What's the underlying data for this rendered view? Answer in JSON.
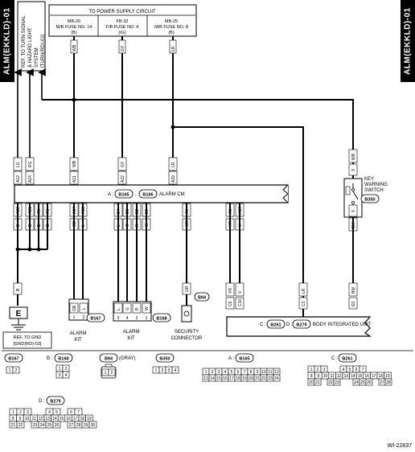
{
  "side_label": "ALM(EKKLD)-01",
  "ref_turn": "REF. TO TURN SIGNAL & HAZARD LIGHT SYSTEM [TURN(RD)-01]",
  "power_title": "TO POWER SUPPLY CIRCUIT",
  "fuses": [
    {
      "l1": "MB-26",
      "l2": "M/B FUSE NO. 14",
      "l3": "(B)"
    },
    {
      "l1": "FB-32",
      "l2": "F/B FUSE NO. 4",
      "l3": "(IG)"
    },
    {
      "l1": "MB-25",
      "l2": "M/B FUSE NO. 8",
      "l3": "(B)"
    }
  ],
  "alarm_cm": {
    "prefix": "A :",
    "conn1": "B165",
    "conn2": "B166",
    "name": "ALARM CM"
  },
  "top_pins": [
    {
      "pin": "A12",
      "wire": "LG"
    },
    {
      "pin": "A24",
      "wire": "RG"
    },
    {
      "pin": "A11",
      "wire": "WB"
    },
    {
      "pin": "A22",
      "wire": "GY"
    },
    {
      "pin": "A19",
      "wire": "LR"
    }
  ],
  "bottom_pins": [
    {
      "pin": "A20",
      "wire": "B"
    },
    {
      "pin": "A21",
      "wire": "B"
    },
    {
      "pin": "A5",
      "wire": "B"
    },
    {
      "pin": "A6",
      "wire": "B"
    },
    {
      "pin": "A14",
      "wire": "GB"
    },
    {
      "pin": "A13",
      "wire": "L"
    },
    {
      "pin": "B4",
      "wire": "L"
    },
    {
      "pin": "B3",
      "wire": "G"
    },
    {
      "pin": "B2",
      "wire": "R"
    },
    {
      "pin": "B1",
      "wire": "W"
    },
    {
      "pin": "A8",
      "wire": "GR"
    },
    {
      "pin": "A9",
      "wire": "YR"
    },
    {
      "pin": "A17",
      "wire": "V"
    }
  ],
  "ground": {
    "letter": "E",
    "wire": "B",
    "ref": "REF. TO GND [GND(RD)-03]"
  },
  "alarm_kit1": {
    "conn": "B167",
    "pins": [
      "1",
      "2"
    ],
    "wires": [
      "GB",
      "L"
    ],
    "label1": "ALARM",
    "label2": "KIT"
  },
  "alarm_kit2": {
    "conn": "B168",
    "pins": [
      "3",
      "4",
      "2",
      "1"
    ],
    "wires": [
      "L",
      "G",
      "R",
      "W"
    ],
    "label1": "ALARM",
    "label2": "KIT"
  },
  "security": {
    "conn": "B94",
    "wire": "GR",
    "label1": "SECURITY",
    "label2": "CONNECTOR"
  },
  "key_switch": {
    "conn": "B350",
    "label1": "KEY",
    "label2": "WARNING",
    "label3": "SWITCH",
    "pin_top": "3",
    "pin_bot": "4",
    "wire_top": "WB",
    "wire_bot": "BW"
  },
  "biu": {
    "prefix": "C :",
    "conn1": "B261",
    "mid": "D :",
    "conn2": "B279",
    "name": "BODY INTEGRATED UNIT",
    "pins": [
      {
        "pin": "C6",
        "wire": "YR"
      },
      {
        "pin": "C10",
        "wire": "V"
      },
      {
        "pin": "C2",
        "wire": "LR"
      },
      {
        "pin": "D2",
        "wire": "BW"
      }
    ]
  },
  "connector_views": {
    "b167": {
      "name": "B167",
      "pins": [
        "1",
        "2"
      ]
    },
    "b168": {
      "prefix": "B :",
      "name": "B168",
      "pins": [
        "1",
        "2",
        "3",
        "4"
      ]
    },
    "b94": {
      "name": "B94",
      "suffix": "(GRAY)",
      "pins": [
        "1",
        "2"
      ]
    },
    "b350": {
      "name": "B350",
      "pins": [
        "1",
        "2",
        "3",
        "4"
      ]
    },
    "b165": {
      "prefix": "A :",
      "name": "B165",
      "row1": [
        "1",
        "2",
        "3",
        "4",
        "5",
        "6",
        "7",
        "8",
        "9",
        "10",
        "11",
        "12"
      ],
      "row2": [
        "13",
        "14",
        "15",
        "16",
        "17",
        "18",
        "19",
        "20",
        "21",
        "22",
        "23",
        "24"
      ]
    },
    "b261": {
      "prefix": "C :",
      "name": "B261",
      "row1": [
        "1",
        "2",
        "3",
        "",
        "",
        "4",
        "5",
        "6",
        "7"
      ],
      "row2": [
        "8",
        "9",
        "10",
        "11",
        "12",
        "13",
        "14",
        "15",
        "16",
        "17",
        "18",
        "19"
      ],
      "row3": [
        "20",
        "21",
        "",
        "22",
        "23",
        "",
        "",
        "24",
        "25",
        "26",
        "",
        "27",
        "28"
      ]
    },
    "b279": {
      "prefix": "D :",
      "name": "B279",
      "row1": [
        "1",
        "2",
        "3",
        "",
        "",
        "4",
        "5",
        "",
        "6",
        "7"
      ],
      "row2": [
        "8",
        "9",
        "10",
        "11",
        "12",
        "13",
        "14",
        "15",
        "16",
        "17",
        "18",
        "19",
        "20"
      ],
      "row3": [
        "21",
        "22",
        "",
        "23",
        "24",
        "25",
        "26",
        "",
        "27",
        "28",
        "29",
        "30"
      ]
    }
  },
  "figure_code": "WI-22837"
}
